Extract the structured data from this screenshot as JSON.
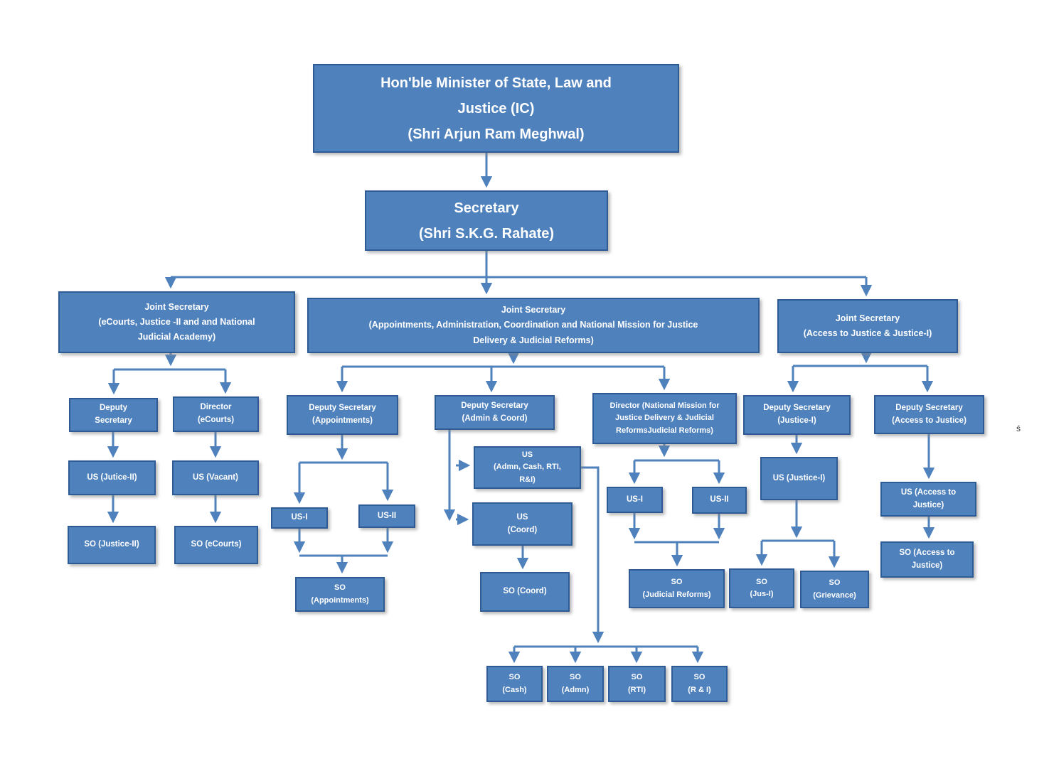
{
  "colors": {
    "box_fill": "#4f81bd",
    "box_border": "#2e5b94",
    "connector": "#4f81bd",
    "text": "#ffffff",
    "background": "#ffffff"
  },
  "stray_text": "ś",
  "org": {
    "minister": {
      "label": "Hon'ble Minister of State, Law and\nJustice (IC)\n(Shri Arjun Ram Meghwal)"
    },
    "secretary": {
      "label": "Secretary\n(Shri S.K.G. Rahate)"
    },
    "js_ecourts": {
      "label": "Joint Secretary\n(eCourts, Justice -II and and National\nJudicial Academy)"
    },
    "js_appointments": {
      "label": "Joint Secretary\n(Appointments, Administration, Coordination and National Mission for Justice\nDelivery & Judicial Reforms)"
    },
    "js_access": {
      "label": "Joint Secretary\n(Access to Justice & Justice-I)"
    },
    "ds_left": {
      "label": "Deputy\nSecretary"
    },
    "dir_ecourts": {
      "label": "Director\n(eCourts)"
    },
    "us_jutice2": {
      "label": "US (Jutice-II)"
    },
    "us_vacant": {
      "label": "US (Vacant)"
    },
    "so_justice2": {
      "label": "SO (Justice-II)"
    },
    "so_ecourts": {
      "label": "SO (eCourts)"
    },
    "ds_appointments": {
      "label": "Deputy Secretary\n(Appointments)"
    },
    "us1_appt": {
      "label": "US-I"
    },
    "us2_appt": {
      "label": "US-II"
    },
    "so_appointments": {
      "label": "SO\n(Appointments)"
    },
    "ds_admin_coord": {
      "label": "Deputy  Secretary\n(Admin & Coord)"
    },
    "us_admn": {
      "label": "US\n(Admn, Cash, RTI,\nR&I)"
    },
    "us_coord": {
      "label": "US\n(Coord)"
    },
    "so_coord": {
      "label": "SO (Coord)"
    },
    "dir_nmjdr": {
      "label": "Director (National Mission for\nJustice Delivery & Judicial\nReformsJudicial Reforms)"
    },
    "us1_jr": {
      "label": "US-I"
    },
    "us2_jr": {
      "label": "US-II"
    },
    "so_jr": {
      "label": "SO\n(Judicial Reforms)"
    },
    "ds_justice1": {
      "label": "Deputy Secretary\n(Justice-I)"
    },
    "us_justice1": {
      "label": "US (Justice-I)"
    },
    "so_jus1": {
      "label": "SO\n(Jus-I)"
    },
    "so_grievance": {
      "label": "SO\n(Grievance)"
    },
    "ds_access": {
      "label": "Deputy Secretary\n(Access to Justice)"
    },
    "us_access": {
      "label": "US (Access to\nJustice)"
    },
    "so_access": {
      "label": "SO  (Access to\nJustice)"
    },
    "so_cash": {
      "label": "SO\n(Cash)"
    },
    "so_admn": {
      "label": "SO\n(Admn)"
    },
    "so_rti": {
      "label": "SO\n(RTI)"
    },
    "so_ri": {
      "label": "SO\n(R & I)"
    }
  }
}
